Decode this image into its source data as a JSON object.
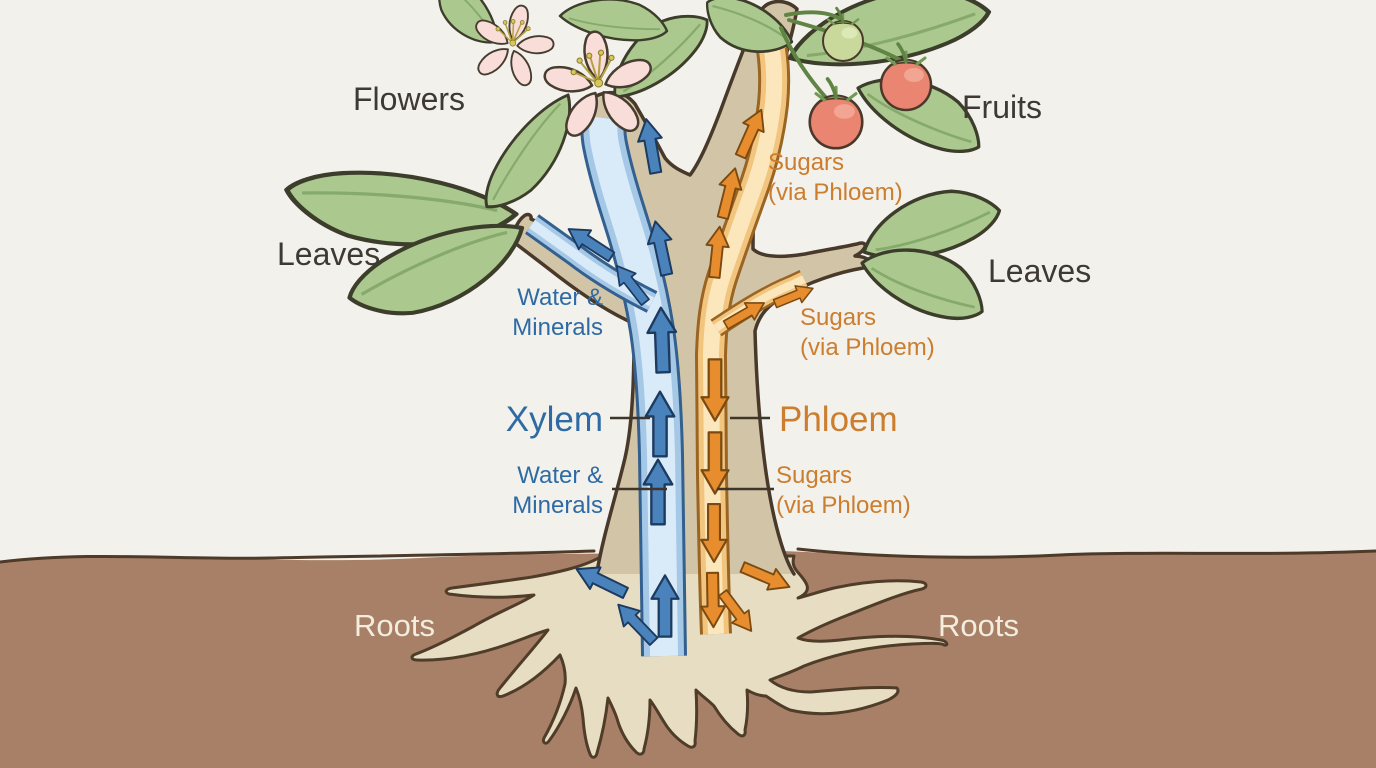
{
  "diagram": {
    "labels": {
      "flowers": "Flowers",
      "fruits": "Fruits",
      "leaves_left": "Leaves",
      "leaves_right": "Leaves",
      "roots_left": "Roots",
      "roots_right": "Roots",
      "xylem": "Xylem",
      "phloem": "Phloem",
      "water_minerals_top": "Water &\nMinerals",
      "water_minerals_bottom": "Water &\nMinerals",
      "sugars_top": "Sugars\n(via Phloem)",
      "sugars_mid": "Sugars\n(via Phloem)",
      "sugars_bottom": "Sugars\n(via Phloem)"
    },
    "flows": {
      "xylem_direction": "up",
      "phloem_direction": "down"
    },
    "colors": {
      "background": "#f2f1ec",
      "soil": "#a88068",
      "bark": "#d2c5a7",
      "root": "#e7ddc2",
      "leaf": "#abc98f",
      "flower_petal": "#f8ddd8",
      "fruit_red": "#e98570",
      "fruit_green": "#c9d99b",
      "xylem_channel": "#d9eaf8",
      "xylem_arrow": "#4a82bb",
      "phloem_channel": "#fce7bd",
      "phloem_arrow": "#e78d2d",
      "text_dark": "#3e3a33",
      "text_blue": "#2e6ba4",
      "text_orange": "#cc7d2e",
      "text_roots": "#f3edde"
    }
  }
}
